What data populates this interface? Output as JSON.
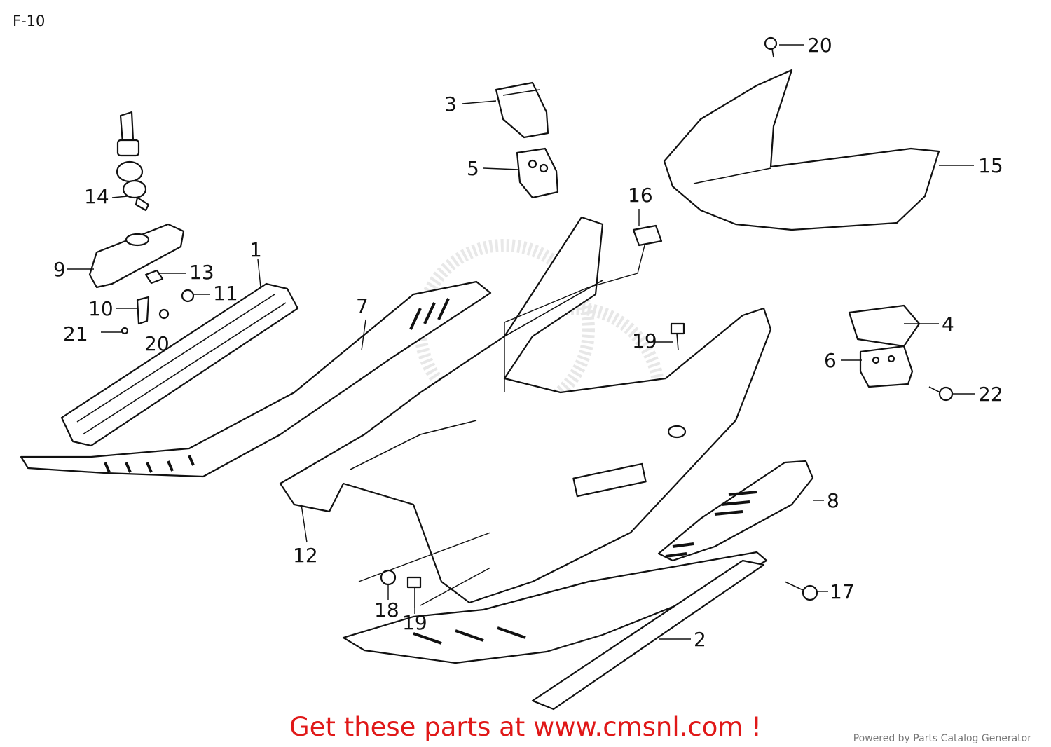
{
  "page": {
    "title": "F-10",
    "promo": "Get these parts at www.cmsnl.com !",
    "credit": "Powered by Parts Catalog Generator"
  },
  "callouts": [
    {
      "id": "c1",
      "label": "1"
    },
    {
      "id": "c2",
      "label": "2"
    },
    {
      "id": "c3",
      "label": "3"
    },
    {
      "id": "c4",
      "label": "4"
    },
    {
      "id": "c5",
      "label": "5"
    },
    {
      "id": "c6",
      "label": "6"
    },
    {
      "id": "c7",
      "label": "7"
    },
    {
      "id": "c8",
      "label": "8"
    },
    {
      "id": "c9",
      "label": "9"
    },
    {
      "id": "c10",
      "label": "10"
    },
    {
      "id": "c11",
      "label": "11"
    },
    {
      "id": "c12",
      "label": "12"
    },
    {
      "id": "c13",
      "label": "13"
    },
    {
      "id": "c14",
      "label": "14"
    },
    {
      "id": "c15",
      "label": "15"
    },
    {
      "id": "c16",
      "label": "16"
    },
    {
      "id": "c17",
      "label": "17"
    },
    {
      "id": "c18",
      "label": "18"
    },
    {
      "id": "c19a",
      "label": "19"
    },
    {
      "id": "c19b",
      "label": "19"
    },
    {
      "id": "c20a",
      "label": "20"
    },
    {
      "id": "c20b",
      "label": "20"
    },
    {
      "id": "c21",
      "label": "21"
    },
    {
      "id": "c22",
      "label": "22"
    }
  ],
  "colors": {
    "promo": "#e01818",
    "line": "#111111",
    "watermark": "#bdbdbd"
  }
}
